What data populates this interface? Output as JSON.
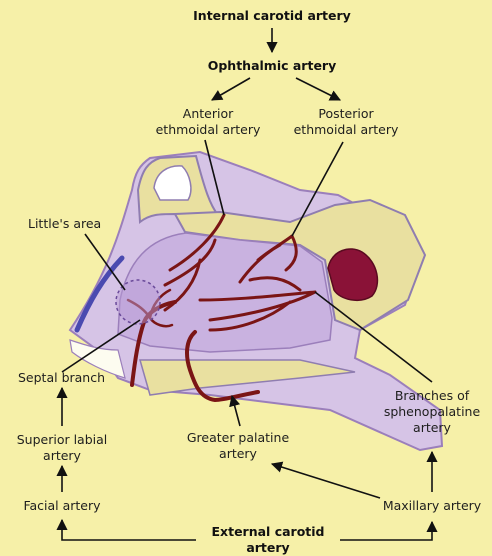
{
  "labels": {
    "internal_carotid": "Internal carotid artery",
    "ophthalmic": "Ophthalmic artery",
    "anterior_ethmoidal": [
      "Anterior",
      "ethmoidal artery"
    ],
    "posterior_ethmoidal": [
      "Posterior",
      "ethmoidal artery"
    ],
    "littles_area": "Little's area",
    "septal_branch": "Septal branch",
    "superior_labial": [
      "Superior labial",
      "artery"
    ],
    "facial": "Facial artery",
    "greater_palatine": [
      "Greater palatine",
      "artery"
    ],
    "sphenopalatine": [
      "Branches of",
      "sphenopalatine",
      "artery"
    ],
    "maxillary": "Maxillary artery",
    "external_carotid": [
      "External carotid",
      "artery"
    ]
  },
  "colors": {
    "background": "#f6f0a8",
    "mucosa": "#d6c4e6",
    "bone": "#e9e0a0",
    "artery": "#7a1515",
    "arrow": "#111111"
  }
}
